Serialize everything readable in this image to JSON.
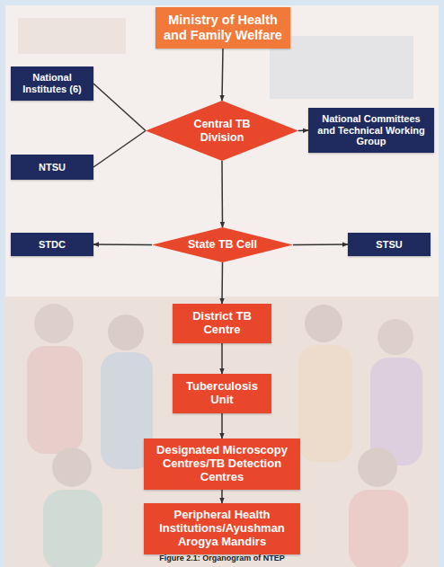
{
  "diagram": {
    "caption": "Figure 2.1: Organogram of NTEP",
    "nodes": [
      {
        "text": [
          "Ministry of Health and Family Welfare"
        ]
      },
      {
        "text": [
          "National Institutes (6)"
        ]
      },
      {
        "text": [
          "Central TB Division"
        ]
      },
      {
        "text": [
          "National Committees and Technical Working Group"
        ]
      },
      {
        "text": [
          "NTSU"
        ]
      },
      {
        "text": [
          "STDC"
        ]
      },
      {
        "text": [
          "State TB Cell"
        ]
      },
      {
        "text": [
          "STSU"
        ]
      },
      {
        "text": [
          "District TB Centre"
        ]
      },
      {
        "text": [
          "Tuberculosis Unit"
        ]
      },
      {
        "text": [
          "Designated Microscopy Centres/TB Detection Centres"
        ]
      },
      {
        "text": [
          "Peripheral Health Institutions/Ayushman Arogya Mandirs"
        ]
      }
    ],
    "edges": [
      {
        "from": 0,
        "to": 2,
        "arrow": "to"
      },
      {
        "from": 1,
        "to": 2,
        "arrow": "none"
      },
      {
        "from": 4,
        "to": 2,
        "arrow": "none"
      },
      {
        "from": 2,
        "to": 3,
        "arrow": "to"
      },
      {
        "from": 2,
        "to": 6,
        "arrow": "to"
      },
      {
        "from": 6,
        "to": 5,
        "arrow": "to"
      },
      {
        "from": 6,
        "to": 7,
        "arrow": "to"
      },
      {
        "from": 6,
        "to": 8,
        "arrow": "to"
      },
      {
        "from": 8,
        "to": 9,
        "arrow": "to"
      },
      {
        "from": 9,
        "to": 10,
        "arrow": "to"
      },
      {
        "from": 10,
        "to": 11,
        "arrow": "to"
      }
    ]
  }
}
